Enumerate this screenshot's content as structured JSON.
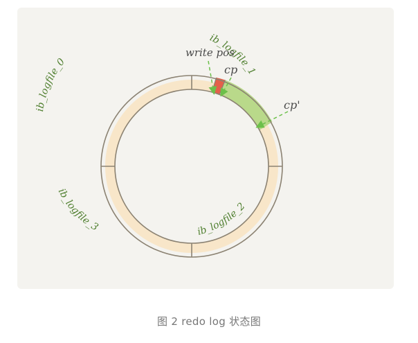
{
  "diagram": {
    "segments": [
      {
        "id": "seg0",
        "label": "ib_logfile_0"
      },
      {
        "id": "seg1",
        "label": "ib_logfile_1"
      },
      {
        "id": "seg2",
        "label": "ib_logfile_2"
      },
      {
        "id": "seg3",
        "label": "ib_logfile_3"
      }
    ],
    "pointers": {
      "write_pos": "write pos",
      "checkpoint": "cp",
      "checkpoint_prime": "cp'"
    },
    "colors": {
      "panel_bg": "#f4f3ef",
      "ring_fill": "#f8e6c9",
      "ring_stroke": "#8b8272",
      "write_region": "#e4604a",
      "checked_region": "#b9d98a",
      "label_text": "#4f7f2f",
      "arrow": "#6cc04a",
      "pointer_text": "#4a4a4a"
    }
  },
  "caption": "图 2 redo log 状态图"
}
